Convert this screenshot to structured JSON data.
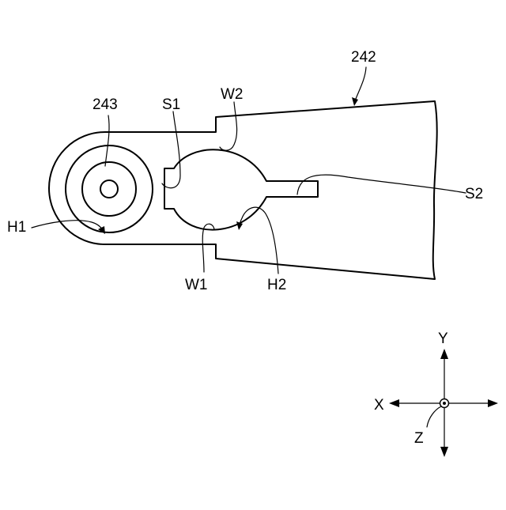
{
  "labels": {
    "part_242": "242",
    "part_243": "243",
    "S1": "S1",
    "S2": "S2",
    "W1": "W1",
    "W2": "W2",
    "H1": "H1",
    "H2": "H2"
  },
  "axes": {
    "x": "X",
    "y": "Y",
    "z": "Z"
  }
}
